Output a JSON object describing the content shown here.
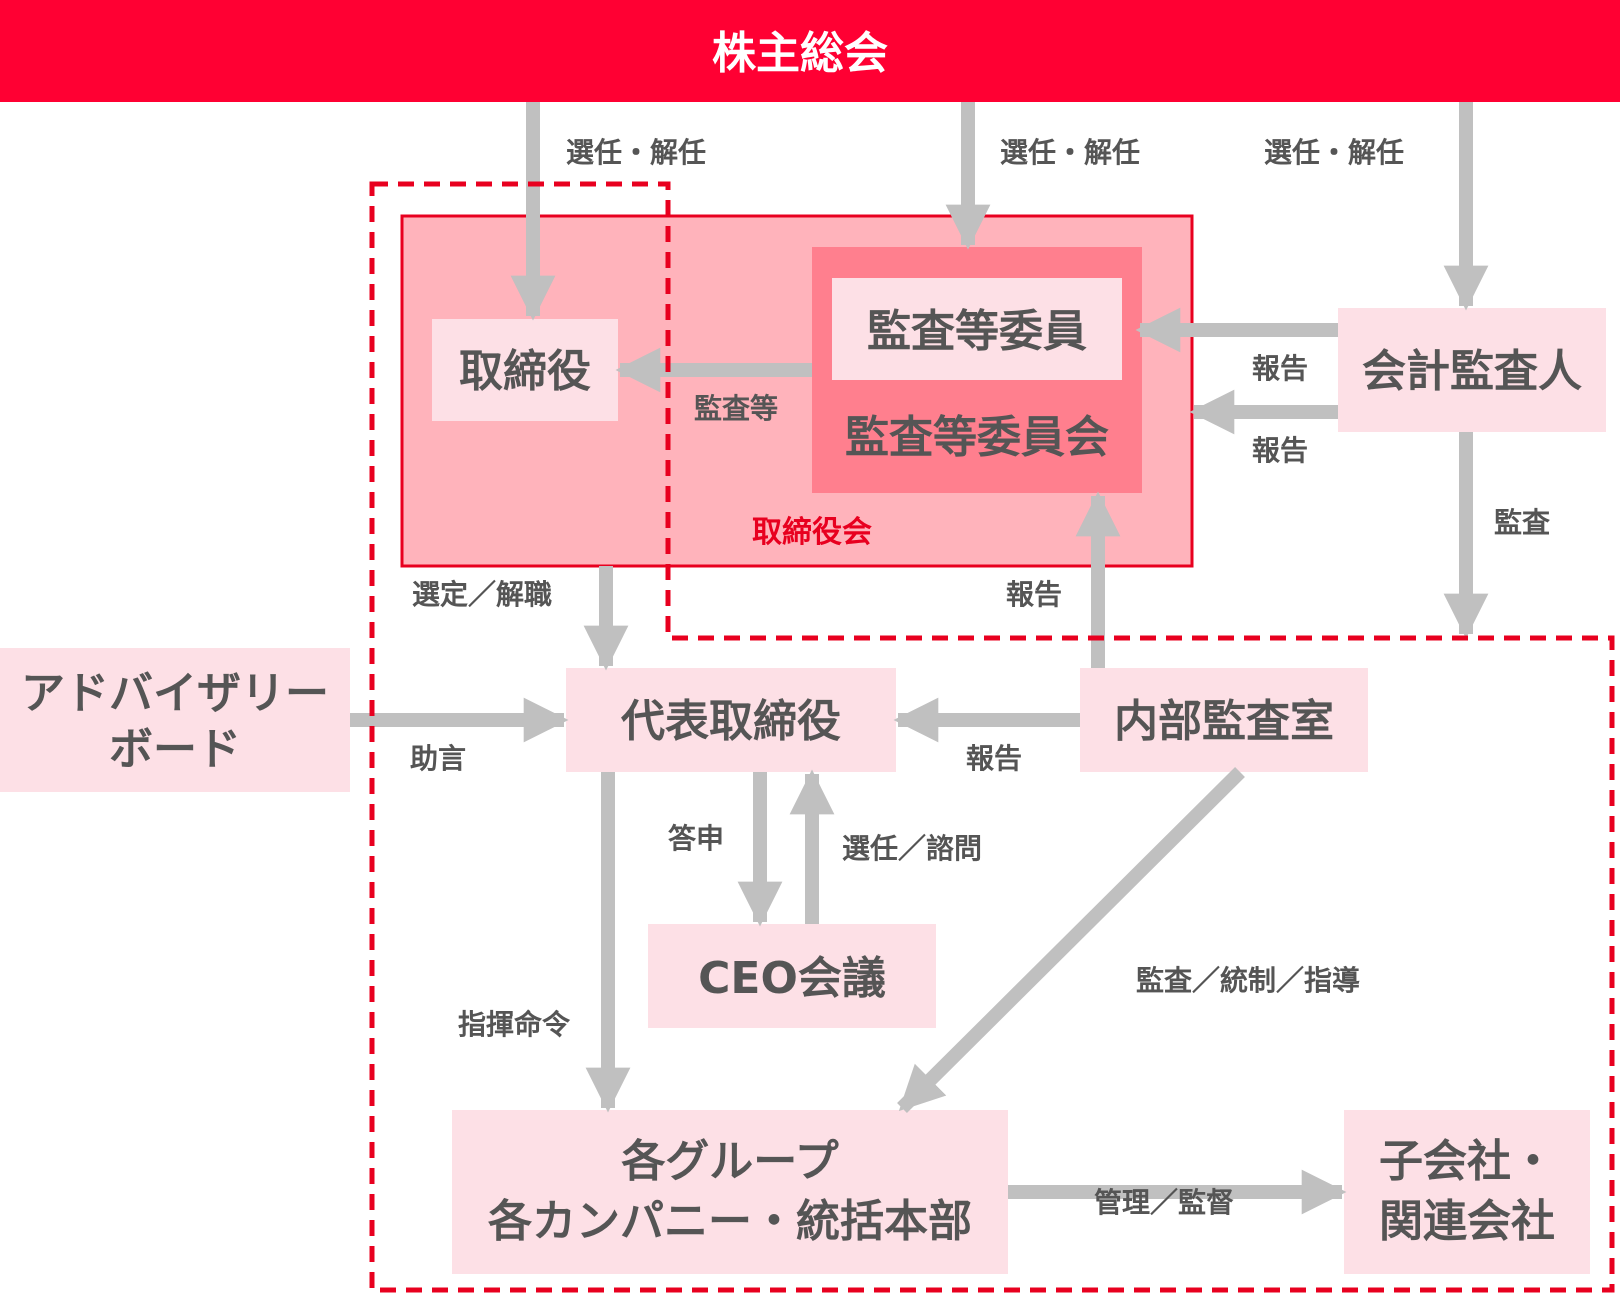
{
  "colors": {
    "header_bg": "#ff0033",
    "accent": "#e8001f",
    "box_bg": "#fde0e6",
    "board_bg": "#ffb3bb",
    "committee_bg": "#ff7f8e",
    "arrow": "#c0c0c0",
    "text": "#555555"
  },
  "header": {
    "title": "株主総会"
  },
  "nodes": {
    "directors": "取締役",
    "audit_member": "監査等委員",
    "audit_committee": "監査等委員会",
    "board": "取締役会",
    "accounting_auditor": "会計監査人",
    "advisory_line1": "アドバイザリー",
    "advisory_line2": "ボード",
    "representative": "代表取締役",
    "internal_audit": "内部監査室",
    "ceo_meeting": "CEO会議",
    "groups_line1": "各グループ",
    "groups_line2": "各カンパニー・統括本部",
    "subsidiaries_line1": "子会社・",
    "subsidiaries_line2": "関連会社"
  },
  "labels": {
    "appoint_dismiss_1": "選任・解任",
    "appoint_dismiss_2": "選任・解任",
    "appoint_dismiss_3": "選任・解任",
    "report_1": "報告",
    "report_2": "報告",
    "audit_etc": "監査等",
    "audit": "監査",
    "select_dismiss": "選定／解職",
    "report_3": "報告",
    "advice": "助言",
    "report_4": "報告",
    "answer": "答申",
    "appoint_consult": "選任／諮問",
    "audit_control_guide": "監査／統制／指導",
    "command": "指揮命令",
    "manage_supervise": "管理／監督"
  }
}
